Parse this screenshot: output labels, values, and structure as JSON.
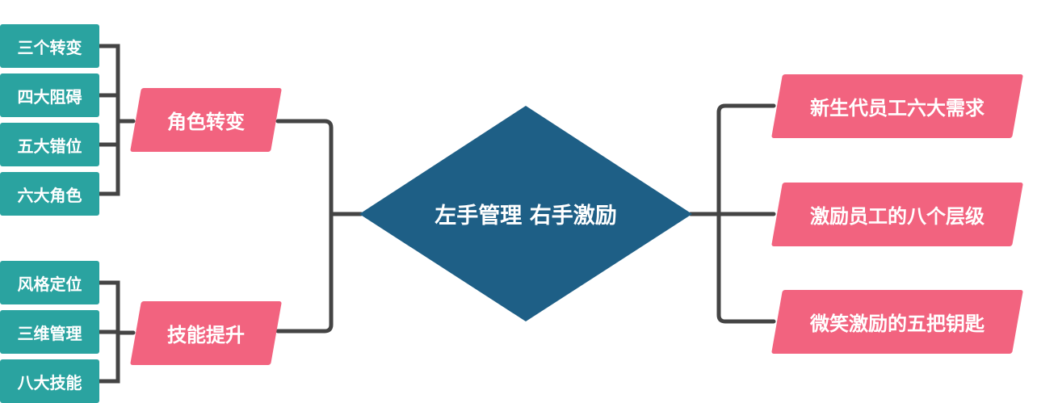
{
  "center": {
    "label": "左手管理 右手激励"
  },
  "left_branches": [
    {
      "label": "角色转变",
      "children": [
        "三个转变",
        "四大阻碍",
        "五大错位",
        "六大角色"
      ]
    },
    {
      "label": "技能提升",
      "children": [
        "风格定位",
        "三维管理",
        "八大技能"
      ]
    }
  ],
  "right_branches": [
    "新生代员工六大需求",
    "激励员工的八个层级",
    "微笑激励的五把钥匙"
  ],
  "colors": {
    "teal": "#2aa3a0",
    "pink": "#f2637f",
    "center": "#1e5f86",
    "line": "#444444"
  }
}
